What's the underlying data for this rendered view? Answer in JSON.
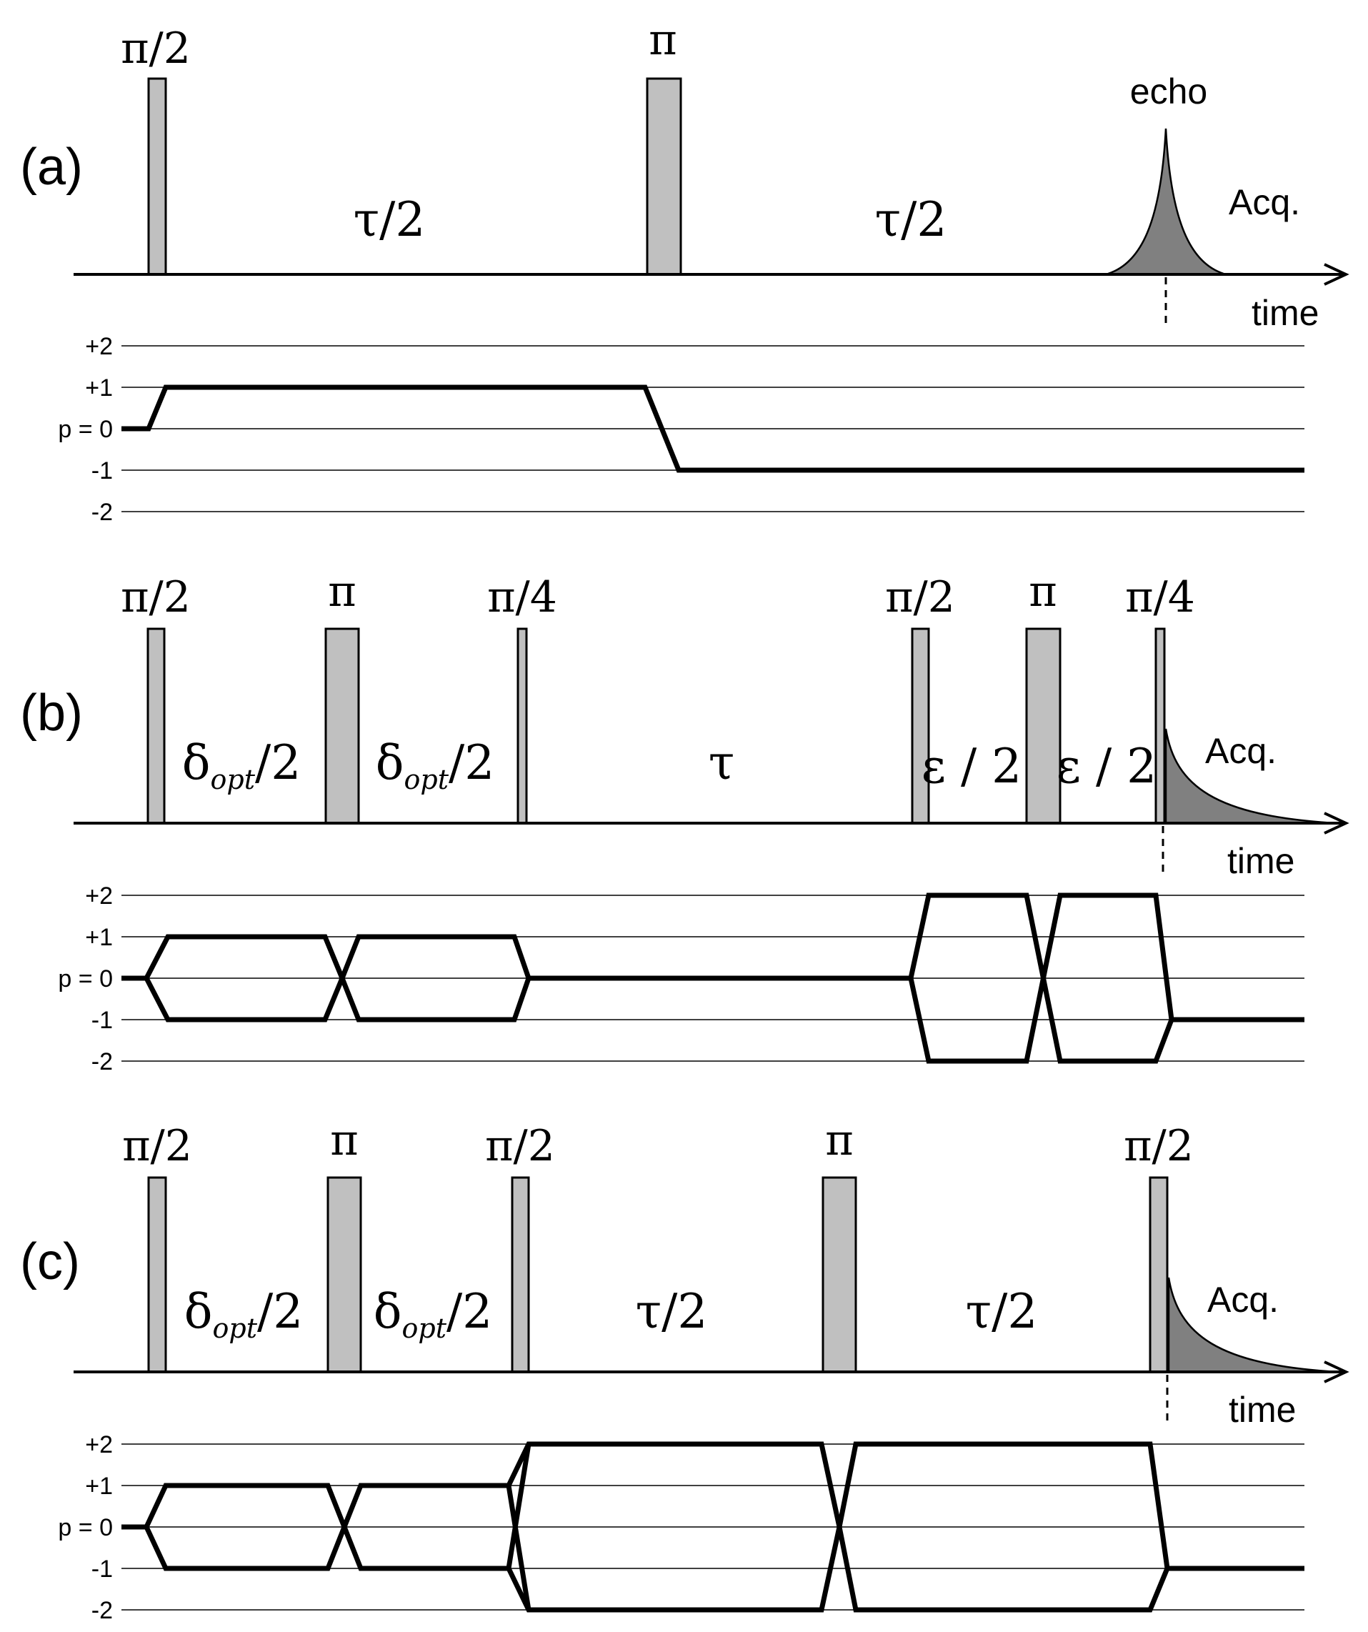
{
  "common": {
    "time_axis_label": "time",
    "acquisition_label": "Acq.",
    "coherence_levels": [
      "+2",
      "+1",
      "p = 0",
      "-1",
      "-2"
    ]
  },
  "panel_a": {
    "label": "(a)",
    "pulses": [
      "π/2",
      "π"
    ],
    "delays": [
      "τ/2",
      "τ/2"
    ],
    "echo_label": "echo"
  },
  "panel_b": {
    "label": "(b)",
    "pulses": [
      "π/2",
      "π",
      "π/4",
      "π/2",
      "π",
      "π/4"
    ],
    "delays": [
      {
        "main": "δ",
        "sub": "opt",
        "tail": "/2"
      },
      {
        "main": "δ",
        "sub": "opt",
        "tail": "/2"
      },
      {
        "main": "τ",
        "sub": "",
        "tail": ""
      },
      {
        "main": "ε / 2",
        "sub": "",
        "tail": ""
      },
      {
        "main": "ε / 2",
        "sub": "",
        "tail": ""
      }
    ]
  },
  "panel_c": {
    "label": "(c)",
    "pulses": [
      "π/2",
      "π",
      "π/2",
      "π",
      "π/2"
    ],
    "delays": [
      {
        "main": "δ",
        "sub": "opt",
        "tail": "/2"
      },
      {
        "main": "δ",
        "sub": "opt",
        "tail": "/2"
      },
      {
        "main": "τ/2",
        "sub": "",
        "tail": ""
      },
      {
        "main": "τ/2",
        "sub": "",
        "tail": ""
      }
    ]
  }
}
